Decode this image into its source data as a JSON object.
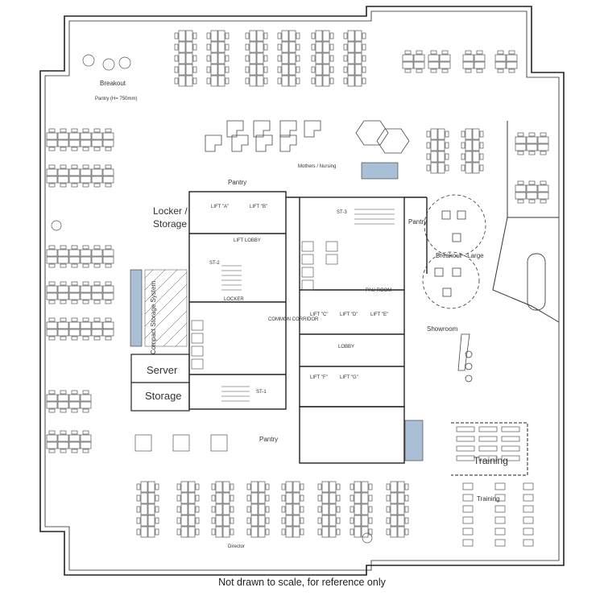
{
  "rooms": {
    "breakout": "Breakout",
    "pantry_top": "Pantry (H= 750mm)",
    "pantry_mid": "Pantry",
    "pantry_right": "Pantry",
    "pantry_bottom": "Pantry",
    "mothers_nursing": "Mothers / Nursing",
    "locker_storage_1": "Locker /",
    "locker_storage_2": "Storage",
    "compact_storage": "Compact Storage System",
    "server": "Server",
    "storage": "Storage",
    "breakout_large": "Breakout - Large",
    "pau_room": "PAU ROOM",
    "showroom": "Showroom",
    "training_1": "Training",
    "training_2": "Training",
    "director": "Director",
    "locker": "LOCKER",
    "common_corridor": "COMMON CORRIDOR",
    "lobby": "LOBBY",
    "lift_lobby": "LIFT LOBBY"
  },
  "lifts": {
    "a": "LIFT \"A\"",
    "b": "LIFT \"B\"",
    "c": "LIFT \"C\"",
    "d": "LIFT \"D\"",
    "e": "LIFT \"E\"",
    "f": "LIFT \"F\"",
    "g": "LIFT \"G\""
  },
  "stairs": {
    "st1": "ST-1",
    "st2": "ST-2",
    "st3": "ST-3"
  },
  "caption": "Not drawn to scale, for reference only",
  "colors": {
    "wall": "#222222",
    "furniture": "#555555",
    "highlight_blue": "#a8bfd6"
  }
}
